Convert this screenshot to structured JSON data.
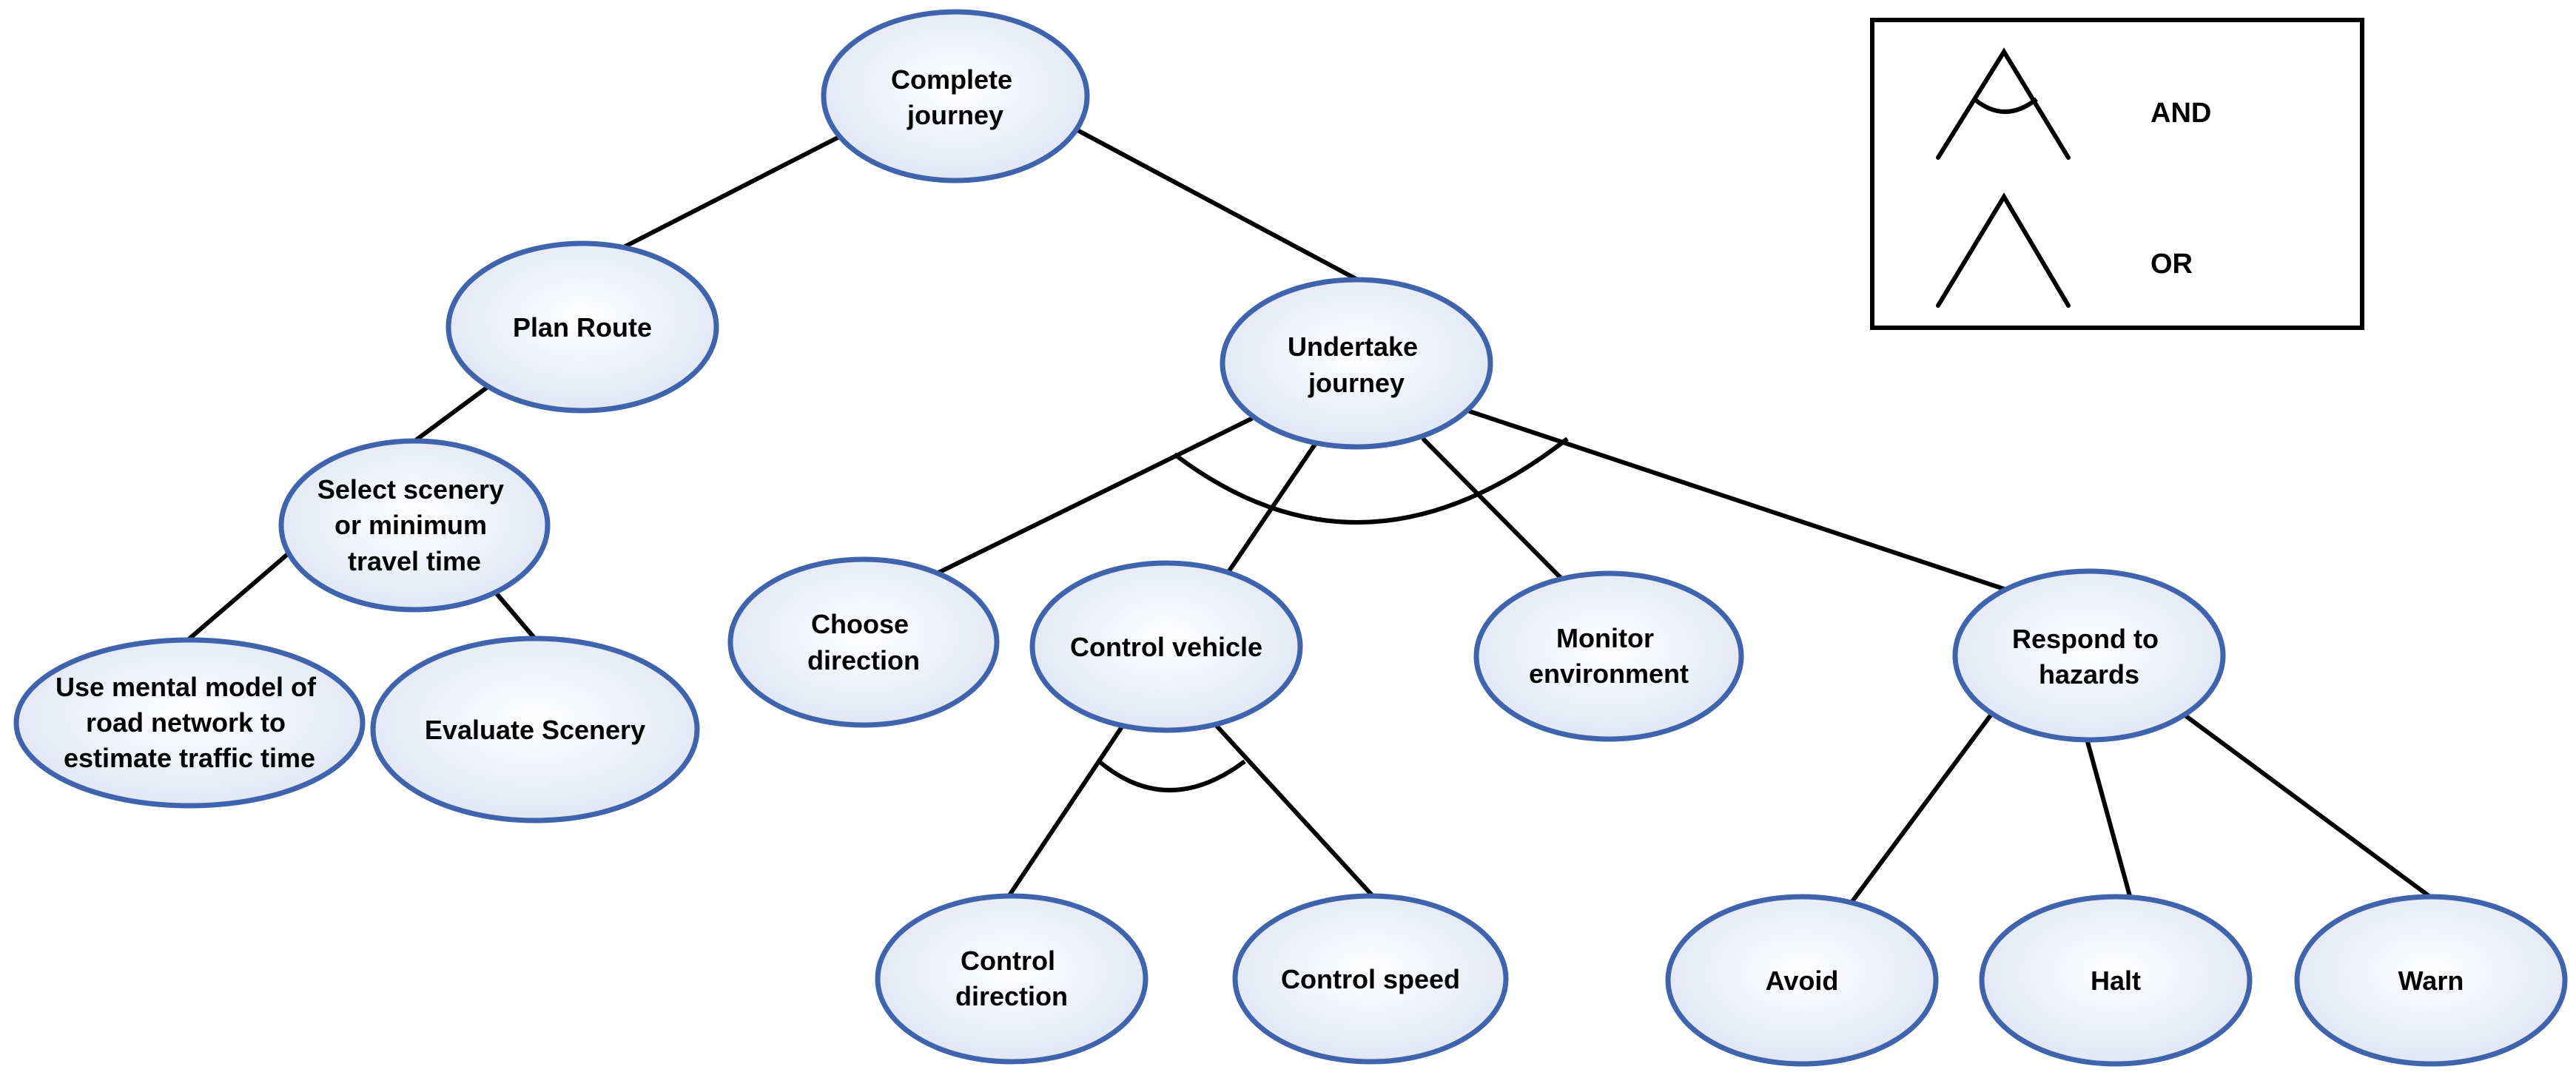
{
  "colors": {
    "node_border": "#3f63ad",
    "node_fill_center": "#ffffff",
    "node_fill_edge": "#dde4f3",
    "line": "#000000"
  },
  "nodes": {
    "complete_journey": [
      "Complete",
      "journey"
    ],
    "plan_route": [
      "Plan Route"
    ],
    "undertake_journey": [
      "Undertake",
      "journey"
    ],
    "select_scenery": [
      "Select scenery",
      "or minimum",
      "travel time"
    ],
    "use_mental_model": [
      "Use mental model of",
      "road network to",
      "estimate traffic time"
    ],
    "evaluate_scenery": [
      "Evaluate Scenery"
    ],
    "choose_direction": [
      "Choose",
      "direction"
    ],
    "control_vehicle": [
      "Control vehicle"
    ],
    "monitor_environment": [
      "Monitor",
      "environment"
    ],
    "respond_to_hazards": [
      "Respond to",
      "hazards"
    ],
    "control_direction": [
      "Control",
      "direction"
    ],
    "control_speed": [
      "Control speed"
    ],
    "avoid": [
      "Avoid"
    ],
    "halt": [
      "Halt"
    ],
    "warn": [
      "Warn"
    ]
  },
  "legend": {
    "and_label": "AND",
    "or_label": "OR"
  }
}
